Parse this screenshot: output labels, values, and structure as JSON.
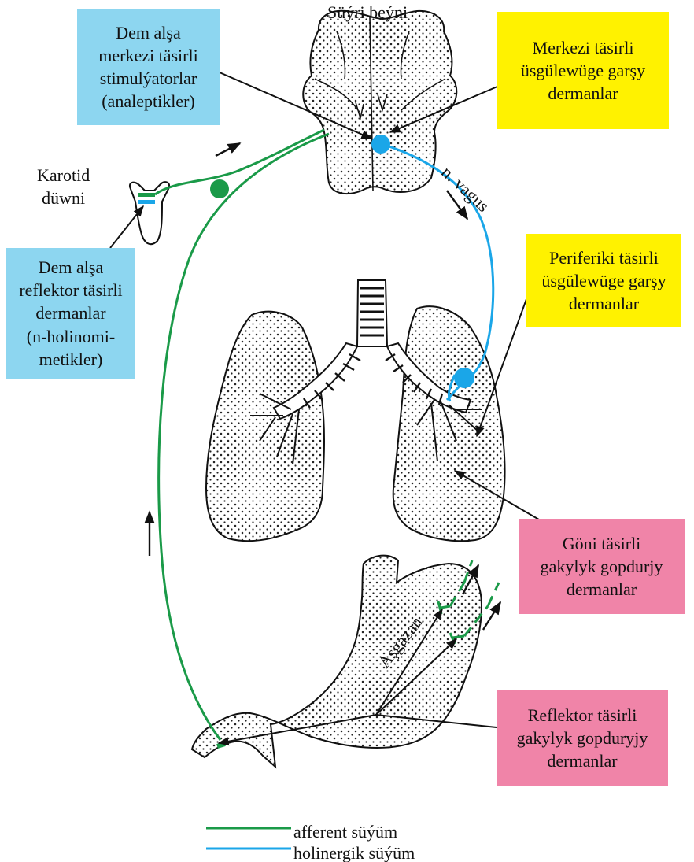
{
  "labels": {
    "medulla": "Süýri beýni",
    "carotid": "Karotid\ndüwni",
    "vagus": "n. vagus",
    "stomach": "Aşgazan"
  },
  "boxes": {
    "stimulators": {
      "text": "Dem alşa\nmerkezi täsirli\nstimulýatorlar\n(analeptikler)",
      "color": "#8dd6f0"
    },
    "central_antitussives": {
      "text": "Merkezi täsirli\nüsgülewüge garşy\ndermanlar",
      "color": "#fff200"
    },
    "reflex_respiratory": {
      "text": "Dem alşa\nreflektor täsirli\ndermanlar\n(n-holinomi-\nmetikler)",
      "color": "#8dd6f0"
    },
    "peripheral_antitussives": {
      "text": "Periferiki täsirli\nüsgülewüge garşy\ndermanlar",
      "color": "#fff200"
    },
    "direct_expectorants": {
      "text": "Göni täsirli\ngakylyk gopdurjy\ndermanlar",
      "color": "#f084a8"
    },
    "reflex_expectorants": {
      "text": "Reflektor täsirli\ngakylyk gopduryjy\ndermanlar",
      "color": "#f084a8"
    }
  },
  "legend": {
    "afferent": {
      "label": "afferent süýüm",
      "color": "#1a9a48"
    },
    "cholinergic": {
      "label": "holinergik süýüm",
      "color": "#1aa6e8"
    }
  }
}
